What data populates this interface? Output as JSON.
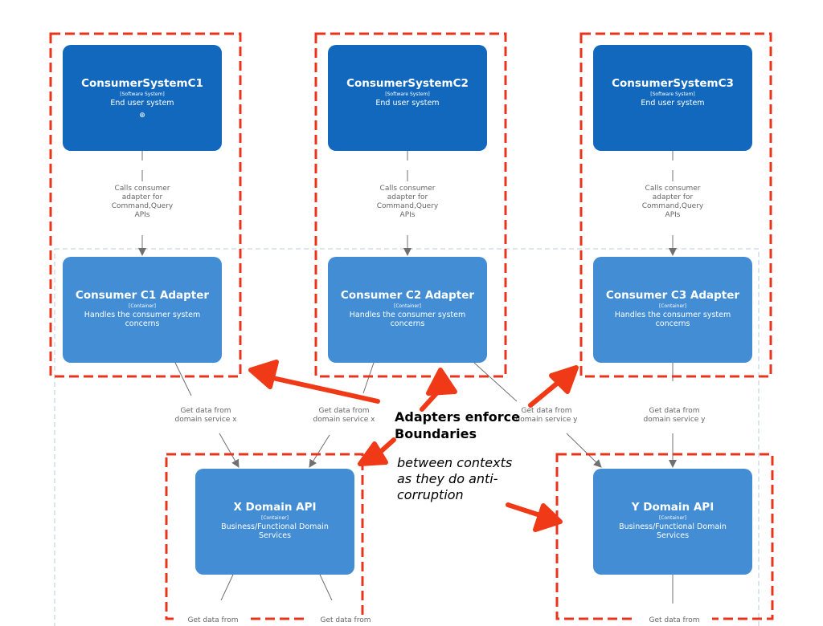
{
  "systems": [
    {
      "name": "ConsumerSystemC1",
      "kind": "[Software System]",
      "desc": "End user system",
      "zoom_icon": "magnifier-plus-icon"
    },
    {
      "name": "ConsumerSystemC2",
      "kind": "[Software System]",
      "desc": "End user system"
    },
    {
      "name": "ConsumerSystemC3",
      "kind": "[Software System]",
      "desc": "End user system"
    }
  ],
  "adapters": [
    {
      "name": "Consumer C1 Adapter",
      "kind": "[Container]",
      "desc": "Handles the consumer system concerns"
    },
    {
      "name": "Consumer C2 Adapter",
      "kind": "[Container]",
      "desc": "Handles the consumer system concerns"
    },
    {
      "name": "Consumer C3 Adapter",
      "kind": "[Container]",
      "desc": "Handles the consumer system concerns"
    }
  ],
  "apis": [
    {
      "name": "X Domain API",
      "kind": "[Container]",
      "desc": "Business/Functional Domain Services"
    },
    {
      "name": "Y Domain API",
      "kind": "[Container]",
      "desc": "Business/Functional Domain Services"
    }
  ],
  "edge_labels": {
    "calls": [
      "Calls consumer adapter for Command,Query APIs",
      "Calls consumer adapter for Command,Query APIs",
      "Calls consumer adapter for Command,Query APIs"
    ],
    "c1_to_x": "Get data from domain service x",
    "c2_to_x": "Get data from domain service x",
    "c2_to_y": "Get data from domain service y",
    "c3_to_y": "Get data from domain service y",
    "bottom": [
      "Get data from",
      "Get data from",
      "Get data from"
    ]
  },
  "annotation": {
    "title": "Adapters enforce\nBoundaries",
    "body": "between contexts\nas they do anti-\ncorruption"
  },
  "colors": {
    "software_system": "#1168bd",
    "container": "#438dd5",
    "boundary_dash": "#e8341c",
    "hand_arrow": "#f03a17",
    "edge": "#707070",
    "container_boundary": "#b8c9e0"
  }
}
